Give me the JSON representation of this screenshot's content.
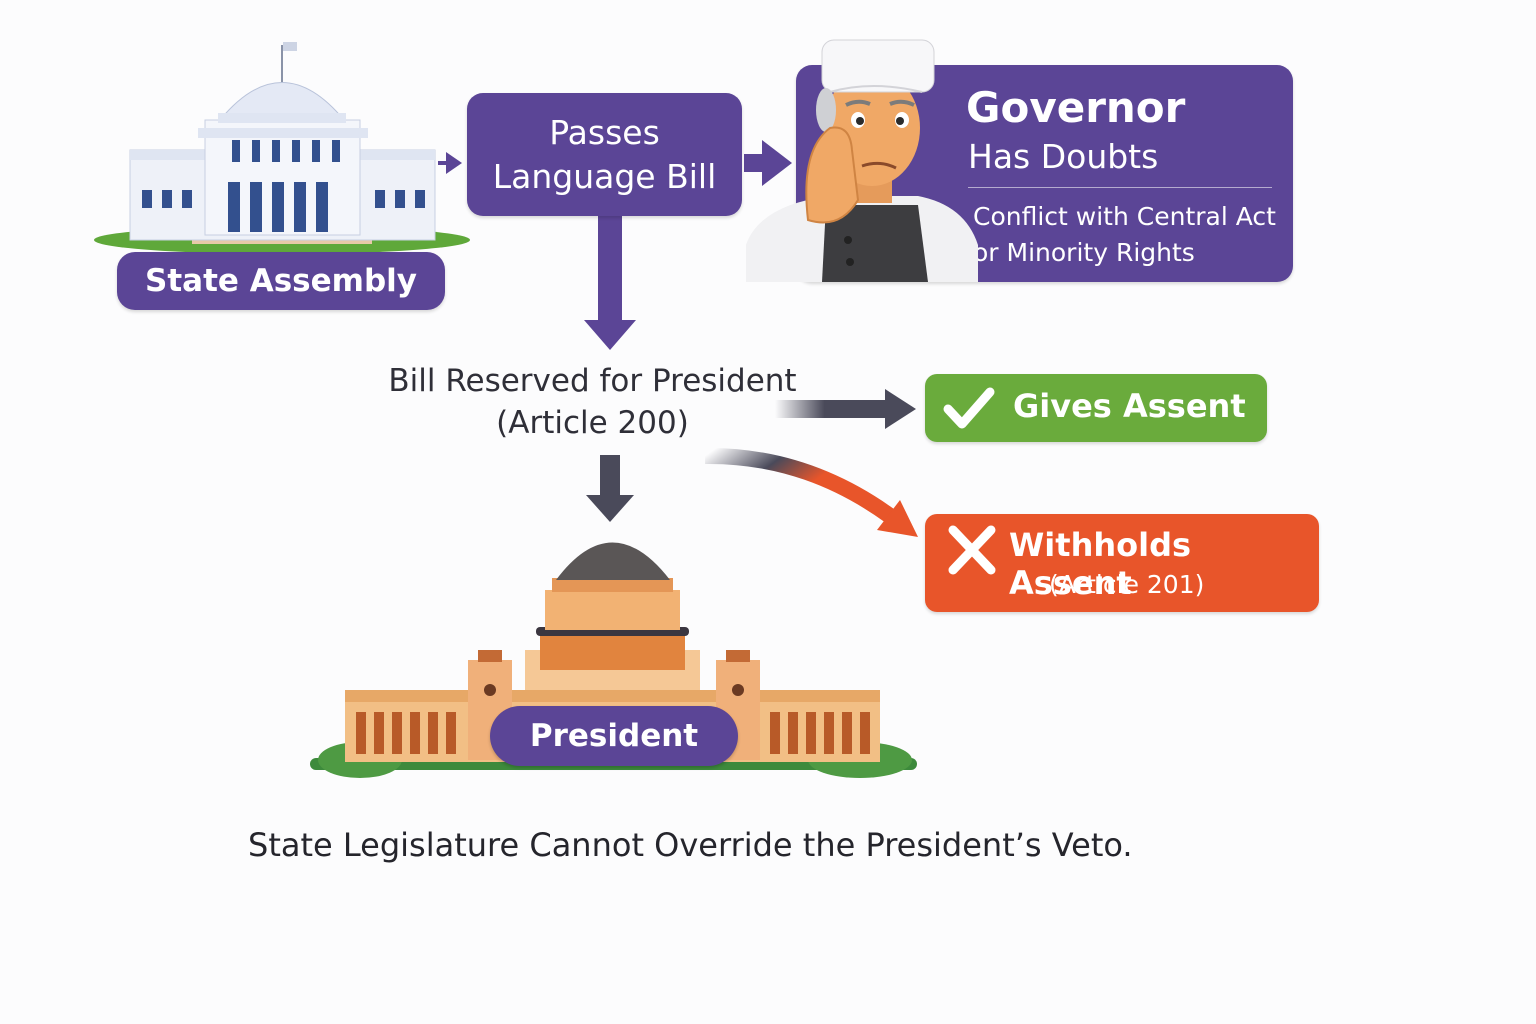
{
  "assembly": {
    "label": "State Assembly"
  },
  "passes_bill": {
    "line1": "Passes",
    "line2": "Language Bill"
  },
  "governor": {
    "title": "Governor",
    "subtitle": "Has Doubts",
    "desc_line1": "Conflict with Central Act",
    "desc_line2": "or Minority Rights"
  },
  "reserved": {
    "line1": "Bill Reserved for President",
    "line2": "(Article 200)"
  },
  "outcomes": {
    "assent": {
      "label": "Gives Assent",
      "icon": "check-icon",
      "color": "#6aab3c"
    },
    "withhold": {
      "label": "Withholds Assent",
      "sub": "(Article 201)",
      "icon": "cross-icon",
      "color": "#e8552a"
    }
  },
  "president": {
    "label": "President"
  },
  "footer": {
    "note": "State Legislature Cannot Override the President’s Veto."
  },
  "colors": {
    "accent": "#5b4596",
    "arrow": "#4a4a5a"
  }
}
